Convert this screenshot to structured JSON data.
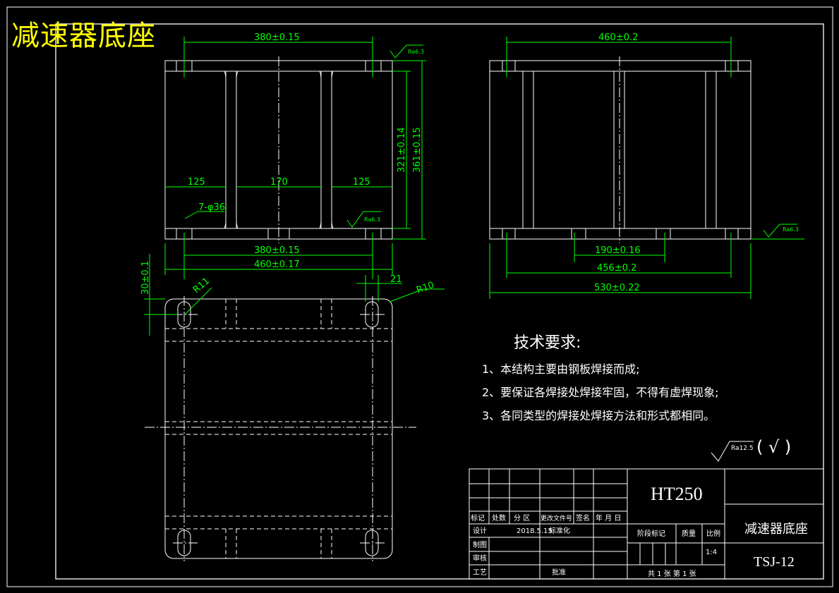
{
  "title": "减速器底座",
  "technical_requirements": {
    "heading": "技术要求:",
    "items": [
      "1、本结构主要由钢板焊接而成;",
      "2、要保证各焊接处焊接牢固，不得有虚焊现象;",
      "3、各同类型的焊接处焊接方法和形式都相同。"
    ]
  },
  "front_view": {
    "dim_top": "380±0.15",
    "dim_left": "125",
    "dim_mid": "170",
    "dim_right": "125",
    "dim_holes": "7-φ36",
    "dim_bottom_inner": "380±0.15",
    "dim_bottom_outer": "460±0.17",
    "dim_height_inner": "321±0.14",
    "dim_height_outer": "361±0.15",
    "roughness_top": "Ra6.3",
    "roughness_bottom": "Ra6.3"
  },
  "side_view": {
    "dim_top": "460±0.2",
    "dim_1": "190±0.16",
    "dim_2": "456±0.2",
    "dim_3": "530±0.22",
    "roughness": "Ra6.3"
  },
  "top_view": {
    "dim_vertical": "30±0.1",
    "dim_r11": "R11",
    "dim_21": "21",
    "dim_r10": "R10"
  },
  "roughness_general": {
    "value": "Ra12.5",
    "note": "( √ )"
  },
  "title_block": {
    "material": "HT250",
    "part_name": "减速器底座",
    "drawing_no": "TSJ-12",
    "row_labels": [
      "标记",
      "处数",
      "分 区",
      "更改文件号",
      "签名",
      "年 月 日"
    ],
    "designer_label": "设计",
    "design_date": "2018.5.15",
    "standardization": "标准化",
    "drawn_label": "制图",
    "checked_label": "审核",
    "process_label": "工艺",
    "approved_label": "批准",
    "stage_label": "阶段标记",
    "weight_label": "质量",
    "scale_label": "比例",
    "scale_value": "1:4",
    "sheets": "共 1 张  第 1 张"
  }
}
